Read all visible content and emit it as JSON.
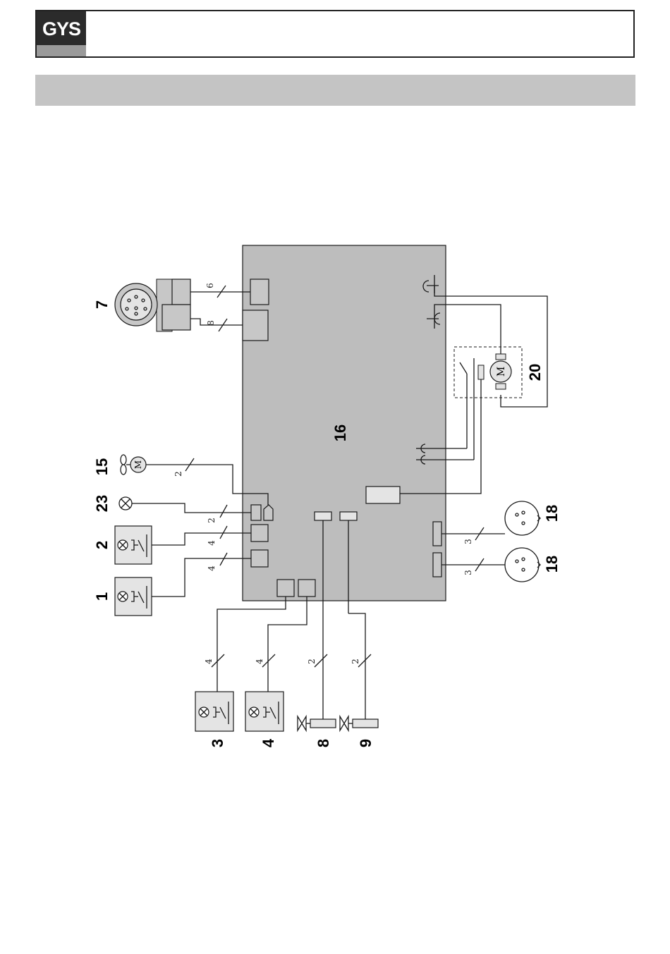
{
  "header": {
    "logo_text": "GYS"
  },
  "colors": {
    "board_fill": "#bdbdbd",
    "component_fill": "#e4e4e4",
    "connector_fill": "#c7c7c7",
    "section_bar": "#c4c4c4",
    "logo_dark": "#2b2b2b",
    "logo_stripe": "#9a9a9a"
  },
  "diagram": {
    "board_label": "16",
    "components": {
      "socket_7": "7",
      "fan_15": "15",
      "lamp_23": "23",
      "switch_2": "2",
      "switch_1": "1",
      "switch_3": "3",
      "switch_4": "4",
      "valve_8": "8",
      "valve_9": "9",
      "motor_20": "20",
      "socket_18_top": "18",
      "socket_18_bottom": "18"
    },
    "wire_counts": {
      "socket7_a": "6",
      "socket7_b": "8",
      "fan": "2",
      "lamp": "2",
      "sw2": "4",
      "sw1": "4",
      "sw3": "4",
      "sw4": "4",
      "valve8": "2",
      "valve9": "2",
      "sock18_top": "3",
      "sock18_bottom": "3"
    },
    "motor_symbol": "M",
    "fan_symbol": "M"
  }
}
